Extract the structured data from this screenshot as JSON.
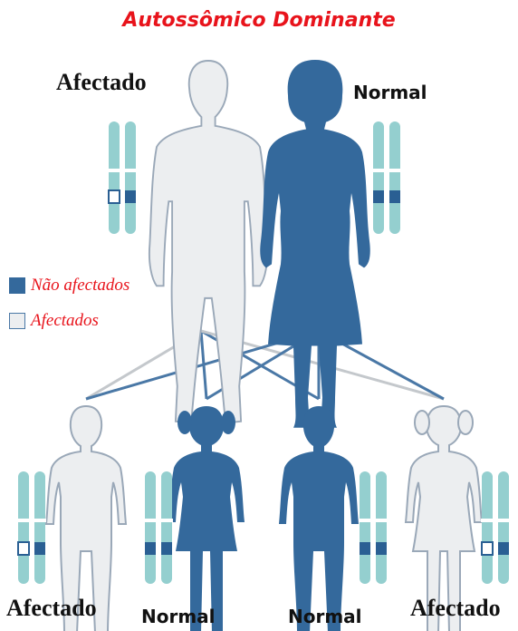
{
  "title": "Autossômico Dominante",
  "parents": {
    "father_label": "Afectado",
    "mother_label": "Normal"
  },
  "legend": {
    "unaffected": "Não afectados",
    "affected": "Afectados"
  },
  "children": [
    {
      "label": "Afectado"
    },
    {
      "label": "Normal"
    },
    {
      "label": "Normal"
    },
    {
      "label": "Afectado"
    }
  ],
  "colors": {
    "affected_fill": "#eceef0",
    "normal_fill": "#34699c",
    "chromosome": "#94cfcf",
    "gene_normal": "#2a5f93",
    "title_red": "#e8131b",
    "line_affected": "#c4c8cc",
    "line_normal": "#4a78a6"
  }
}
